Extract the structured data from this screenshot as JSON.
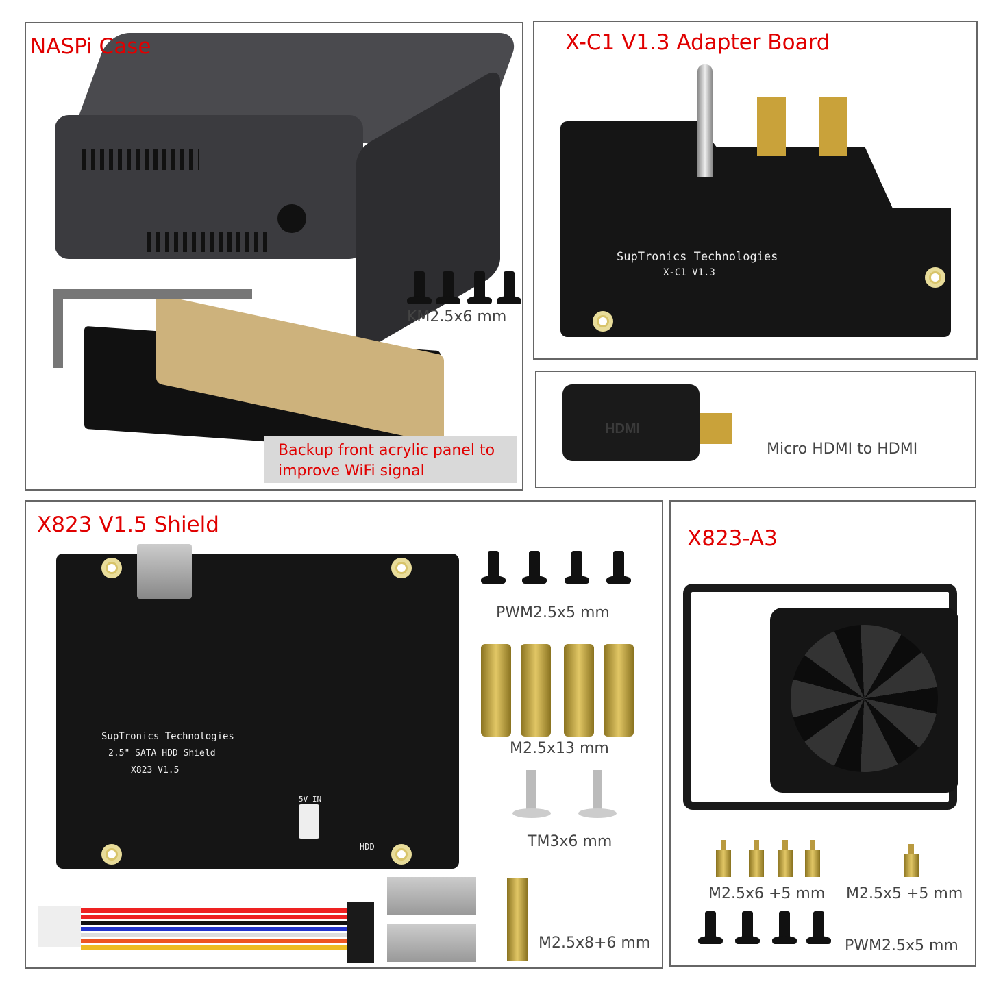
{
  "naspi_case": {
    "title": "NASPi Case",
    "screw_label": "KM2.5x6 mm",
    "note_line1": "Backup front acrylic panel to",
    "note_line2": "improve WiFi signal"
  },
  "xc1_board": {
    "title": "X-C1 V1.3 Adapter Board",
    "silk_line1": "SupTronics Technologies",
    "silk_line2": "X-C1 V1.3"
  },
  "hdmi_adapter": {
    "label": "Micro HDMI to HDMI",
    "body_text": "HDMI"
  },
  "x823_shield": {
    "title": "X823 V1.5 Shield",
    "silk_line1": "SupTronics Technologies",
    "silk_line2": "2.5\" SATA HDD Shield",
    "silk_line3": "X823 V1.5",
    "power_label": "5V IN",
    "hdd_label": "HDD",
    "screws_label": "PWM2.5x5 mm",
    "standoffs_label": "M2.5x13 mm",
    "tm_screws_label": "TM3x6 mm",
    "long_standoff_label": "M2.5x8+6 mm"
  },
  "x823_a3": {
    "title": "X823-A3",
    "standoff_a_label": "M2.5x6 +5 mm",
    "standoff_b_label": "M2.5x5 +5 mm",
    "screws_label": "PWM2.5x5 mm"
  }
}
